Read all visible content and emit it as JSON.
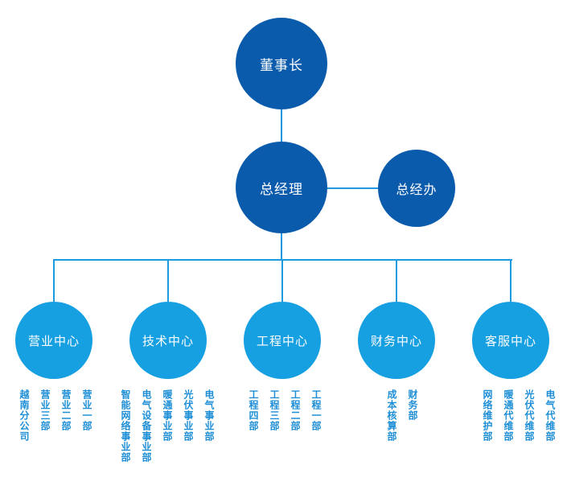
{
  "org": {
    "chairman": {
      "label": "董事长"
    },
    "general_manager": {
      "label": "总经理"
    },
    "gm_office": {
      "label": "总经办"
    },
    "centers": [
      {
        "label": "营业中心",
        "departments": [
          "营业一部",
          "营业二部",
          "营业三部",
          "越南分公司"
        ]
      },
      {
        "label": "技术中心",
        "departments": [
          "电气事业部",
          "光伏事业部",
          "暖通事业部",
          "电气设备事业部",
          "智能网络事业部"
        ]
      },
      {
        "label": "工程中心",
        "departments": [
          "工程一部",
          "工程二部",
          "工程三部",
          "工程四部"
        ]
      },
      {
        "label": "财务中心",
        "departments": [
          "财务部",
          "成本核算部"
        ]
      },
      {
        "label": "客服中心",
        "departments": [
          "电气代维部",
          "光伏代维部",
          "暖通代维部",
          "网络维护部"
        ]
      }
    ],
    "colors": {
      "node_dark_blue": "#0b5bad",
      "node_light_blue": "#169fe1",
      "connector_blue": "#1e9be0",
      "department_text_blue": "#1e8fd6",
      "node_label_text": "#ffffff"
    }
  }
}
